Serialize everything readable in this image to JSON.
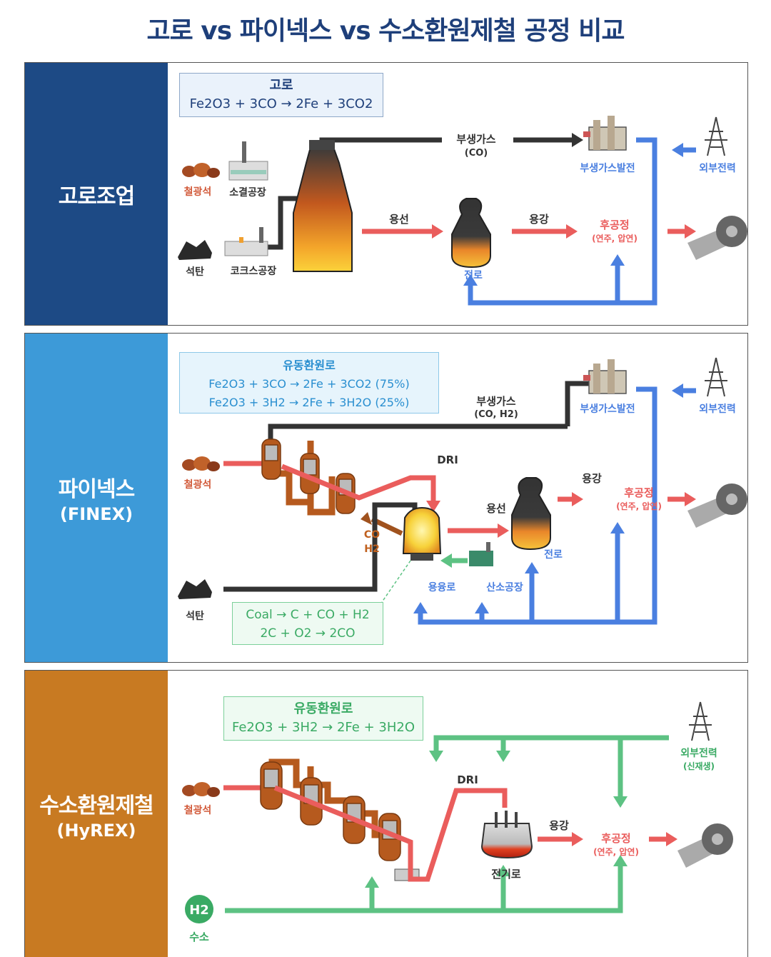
{
  "title": "고로 vs 파이넥스 vs 수소환원제철 공정 비교",
  "colors": {
    "panel1": "#1d4a85",
    "panel2": "#3d9ad8",
    "panel3": "#c87a22",
    "red": "#ea5d5c",
    "blue": "#4a7fe0",
    "green": "#5dc283",
    "dark": "#333333"
  },
  "panel1": {
    "name": "고로조업",
    "eq_title": "고로",
    "eq1": "Fe2O3 + 3CO → 2Fe + 3CO2",
    "iron_ore": "철광석",
    "coal": "석탄",
    "sinter": "소결공장",
    "coke": "코크스공장",
    "byproduct_gas": "부생가스",
    "gas_co": "(CO)",
    "power": "부생가스발전",
    "external": "외부전력",
    "molten": "용선",
    "converter": "전로",
    "steel": "용강",
    "post": "후공정",
    "post_sub": "(연주, 압연)"
  },
  "panel2": {
    "name": "파이넥스",
    "sub": "(FINEX)",
    "eq_title": "유동환원로",
    "eq1": "Fe2O3 + 3CO → 2Fe + 3CO2 (75%)",
    "eq2": "Fe2O3 + 3H2 → 2Fe + 3H2O (25%)",
    "byproduct_gas": "부생가스",
    "gas": "(CO, H2)",
    "power": "부생가스발전",
    "external": "외부전력",
    "iron_ore": "철광석",
    "coal": "석탄",
    "dri": "DRI",
    "co": "CO",
    "h2": "H2",
    "molten": "용선",
    "melter": "용융로",
    "oxygen": "산소공장",
    "converter": "전로",
    "steel": "용강",
    "post": "후공정",
    "post_sub": "(연주, 압연)",
    "coal_eq1": "Coal → C + CO + H2",
    "coal_eq2": "2C + O2 → 2CO"
  },
  "panel3": {
    "name": "수소환원제철",
    "sub": "(HyREX)",
    "eq_title": "유동환원로",
    "eq1": "Fe2O3 + 3H2 → 2Fe + 3H2O",
    "external": "외부전력",
    "external_sub": "(신재생)",
    "iron_ore": "철광석",
    "dri": "DRI",
    "eaf": "전기로",
    "steel": "용강",
    "post": "후공정",
    "post_sub": "(연주, 압연)",
    "h2": "H2",
    "hydrogen": "수소"
  }
}
